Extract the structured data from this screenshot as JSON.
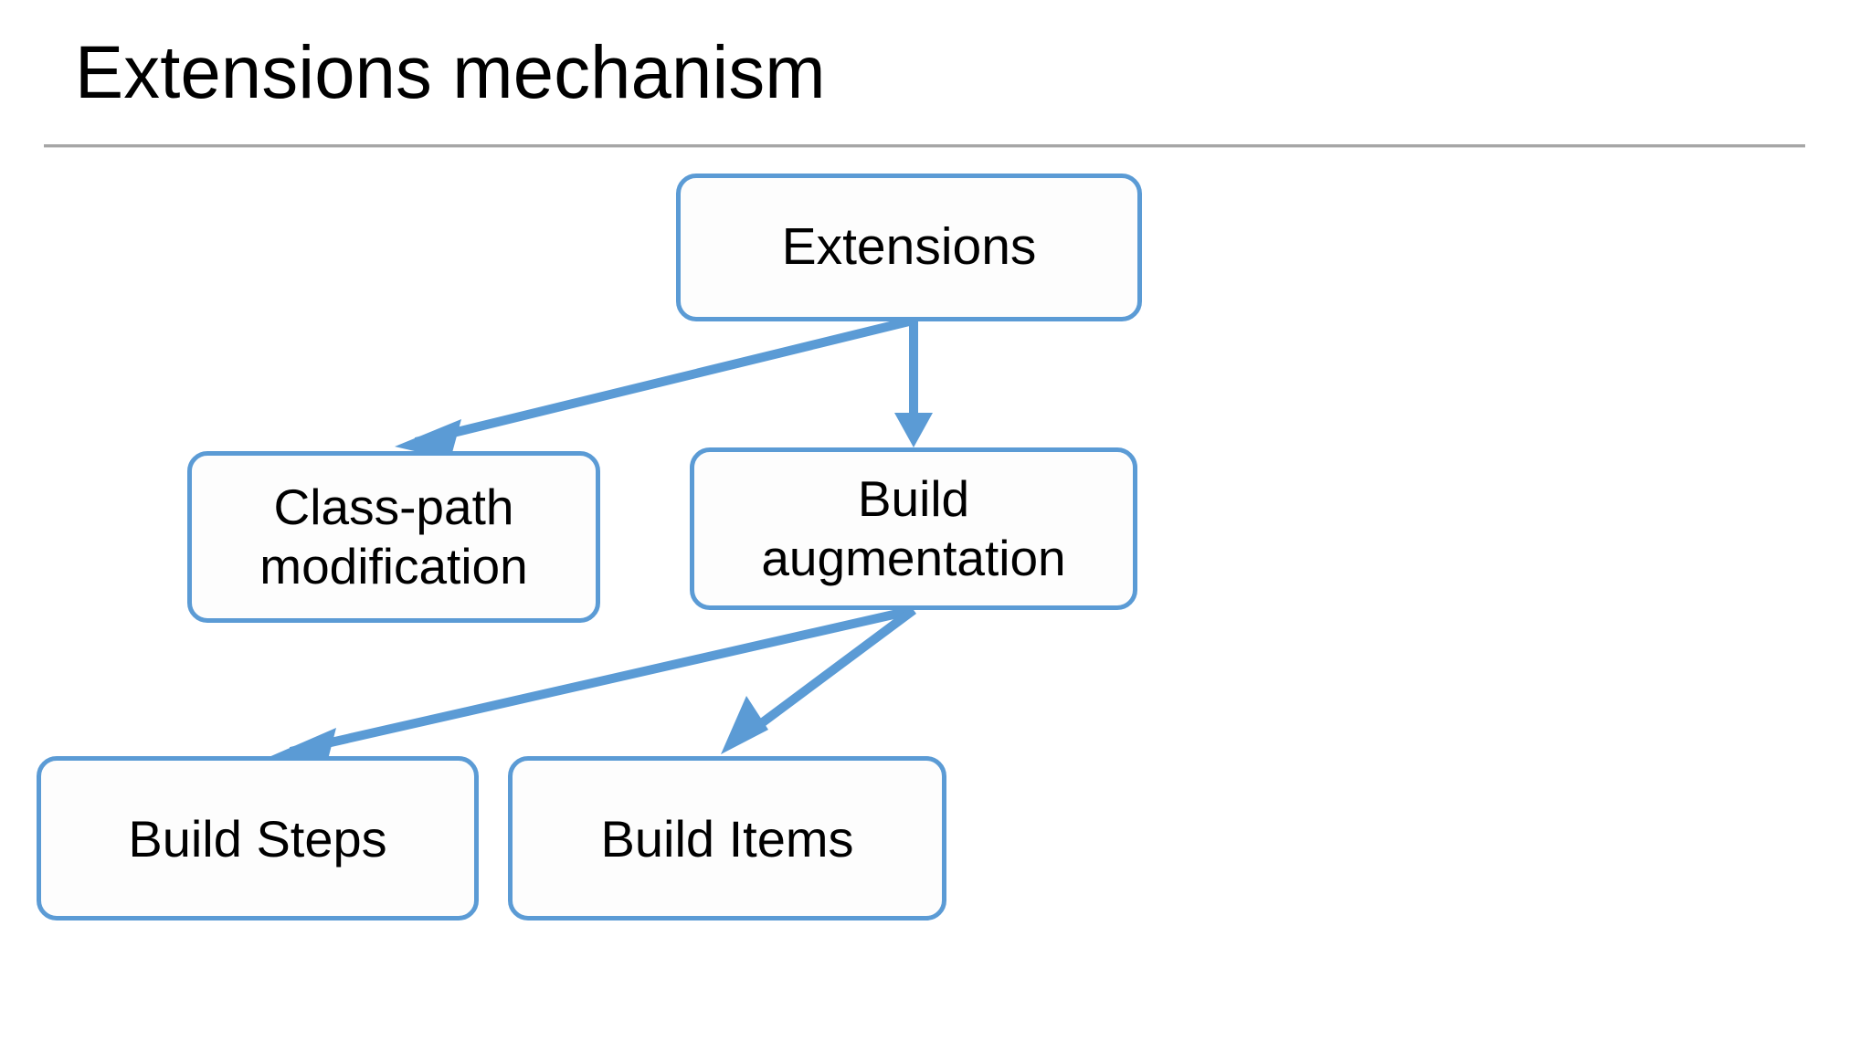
{
  "slide": {
    "title": "Extensions mechanism",
    "background_color": "#FFFFFF",
    "rule_color": "#A6A6A6"
  },
  "theme": {
    "node_border_color": "#5B9BD5",
    "node_fill_color": "#FDFDFD",
    "connector_color": "#5B9BD5",
    "text_color": "#000000"
  },
  "diagram": {
    "type": "hierarchy-flowchart",
    "nodes": [
      {
        "id": "extensions",
        "label": "Extensions"
      },
      {
        "id": "classpath",
        "label": "Class-path modification"
      },
      {
        "id": "buildaug",
        "label": "Build augmentation"
      },
      {
        "id": "buildsteps",
        "label": "Build Steps"
      },
      {
        "id": "builditems",
        "label": "Build Items"
      }
    ],
    "edges": [
      {
        "from": "extensions",
        "to": "classpath",
        "style": "solid-arrow"
      },
      {
        "from": "extensions",
        "to": "buildaug",
        "style": "solid-arrow"
      },
      {
        "from": "buildaug",
        "to": "buildsteps",
        "style": "solid-arrow"
      },
      {
        "from": "buildaug",
        "to": "builditems",
        "style": "solid-arrow"
      }
    ]
  }
}
